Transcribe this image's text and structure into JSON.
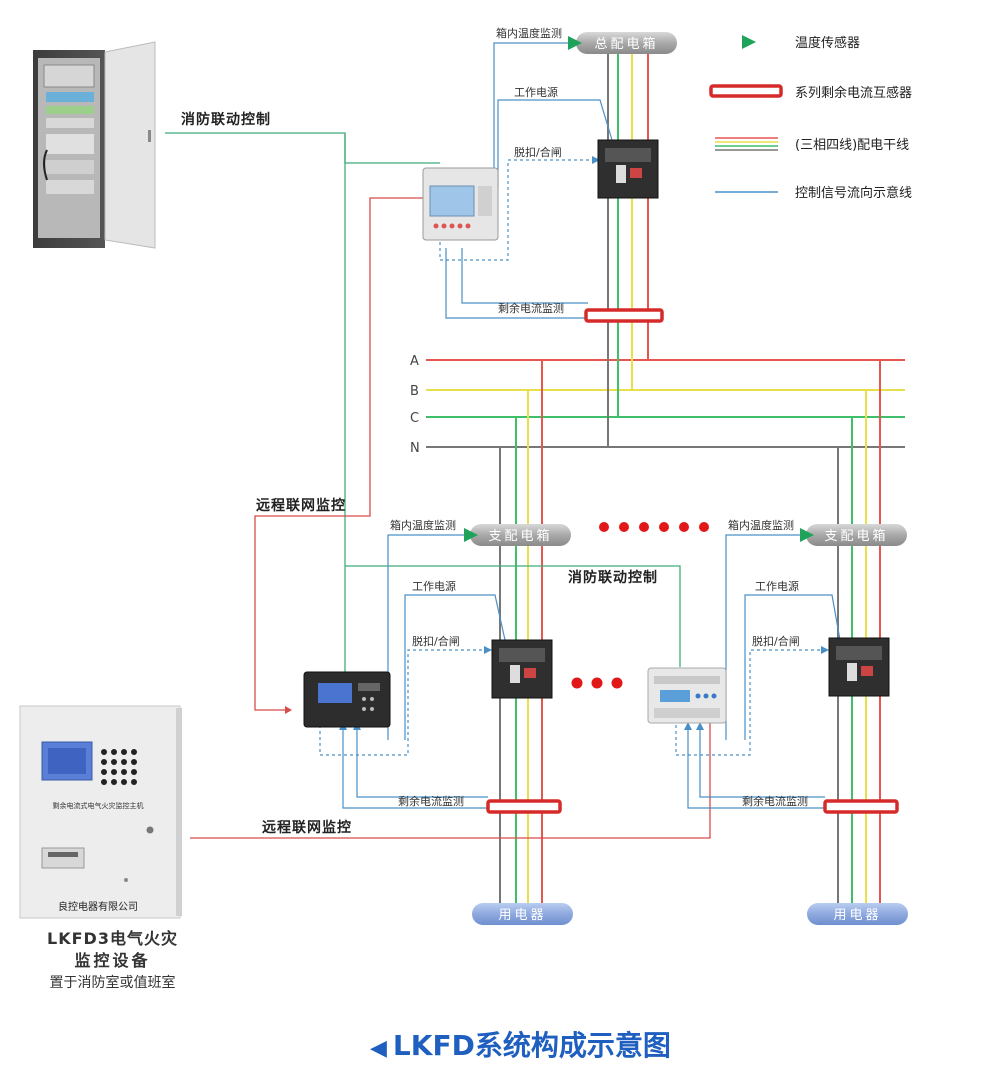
{
  "legend": {
    "temp_sensor": "温度传感器",
    "residual_ct": "系列剩余电流互感器",
    "power_lines": "(三相四线)配电干线",
    "signal_line": "控制信号流向示意线"
  },
  "boxes": {
    "main_box": "总配电箱",
    "branch_box_1": "支配电箱",
    "branch_box_2": "支配电箱",
    "load_1": "用电器",
    "load_2": "用电器"
  },
  "labels": {
    "fire_linkage_top": "消防联动控制",
    "fire_linkage_mid": "消防联动控制",
    "remote_monitor_1": "远程联网监控",
    "remote_monitor_2": "远程联网监控",
    "box_temp": "箱内温度监测",
    "work_power": "工作电源",
    "trip_close": "脱扣/合闸",
    "residual_monitor": "剩余电流监测"
  },
  "bus": {
    "a": "A",
    "b": "B",
    "c": "C",
    "n": "N"
  },
  "monitor_host": {
    "panel_text": "剩余电流式电气火灾监控主机",
    "company": "良控电器有限公司"
  },
  "caption": {
    "line1": "LKFD3电气火灾",
    "line2": "监控设备",
    "line3": "置于消防室或值班室"
  },
  "title": "LKFD系统构成示意图",
  "colors": {
    "phase_a": "#e8574f",
    "phase_b": "#e8e04a",
    "phase_c": "#3fbf6a",
    "neutral": "#777777",
    "signal": "#4a90c8",
    "fire_line": "#3fae7a",
    "remote_line": "#d94a4a",
    "title_blue": "#1f5fbf"
  }
}
